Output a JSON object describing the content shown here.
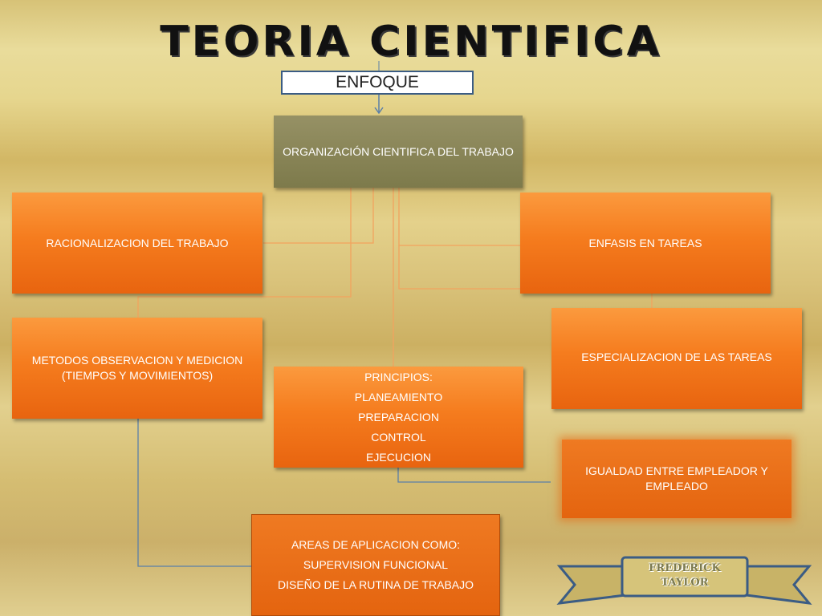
{
  "title": "TEORIA CIENTIFICA",
  "enfoque": "ENFOQUE",
  "nodes": {
    "organizacion": "ORGANIZACIÓN CIENTIFICA DEL TRABAJO",
    "racionalizacion": "RACIONALIZACION DEL TRABAJO",
    "enfasis": "ENFASIS EN TAREAS",
    "metodos": [
      "METODOS OBSERVACION Y MEDICION",
      "(TIEMPOS Y MOVIMIENTOS)"
    ],
    "especializacion": "ESPECIALIZACION DE LAS TAREAS",
    "principios": [
      "PRINCIPIOS:",
      "PLANEAMIENTO",
      "PREPARACION",
      "CONTROL",
      "EJECUCION"
    ],
    "igualdad": [
      "IGUALDAD ENTRE EMPLEADOR Y",
      "EMPLEADO"
    ],
    "areas": [
      "AREAS DE  APLICACION COMO:",
      "SUPERVISION FUNCIONAL",
      "DISEÑO DE LA RUTINA DE  TRABAJO"
    ]
  },
  "banner": [
    "FREDERICK",
    "TAYLOR"
  ],
  "colors": {
    "orange": "#f57c1e",
    "dark_orange": "#e4640f",
    "olive": "#7d7a4b",
    "connector_orange": "#f2a35e",
    "connector_blue": "#5a7fa8"
  }
}
